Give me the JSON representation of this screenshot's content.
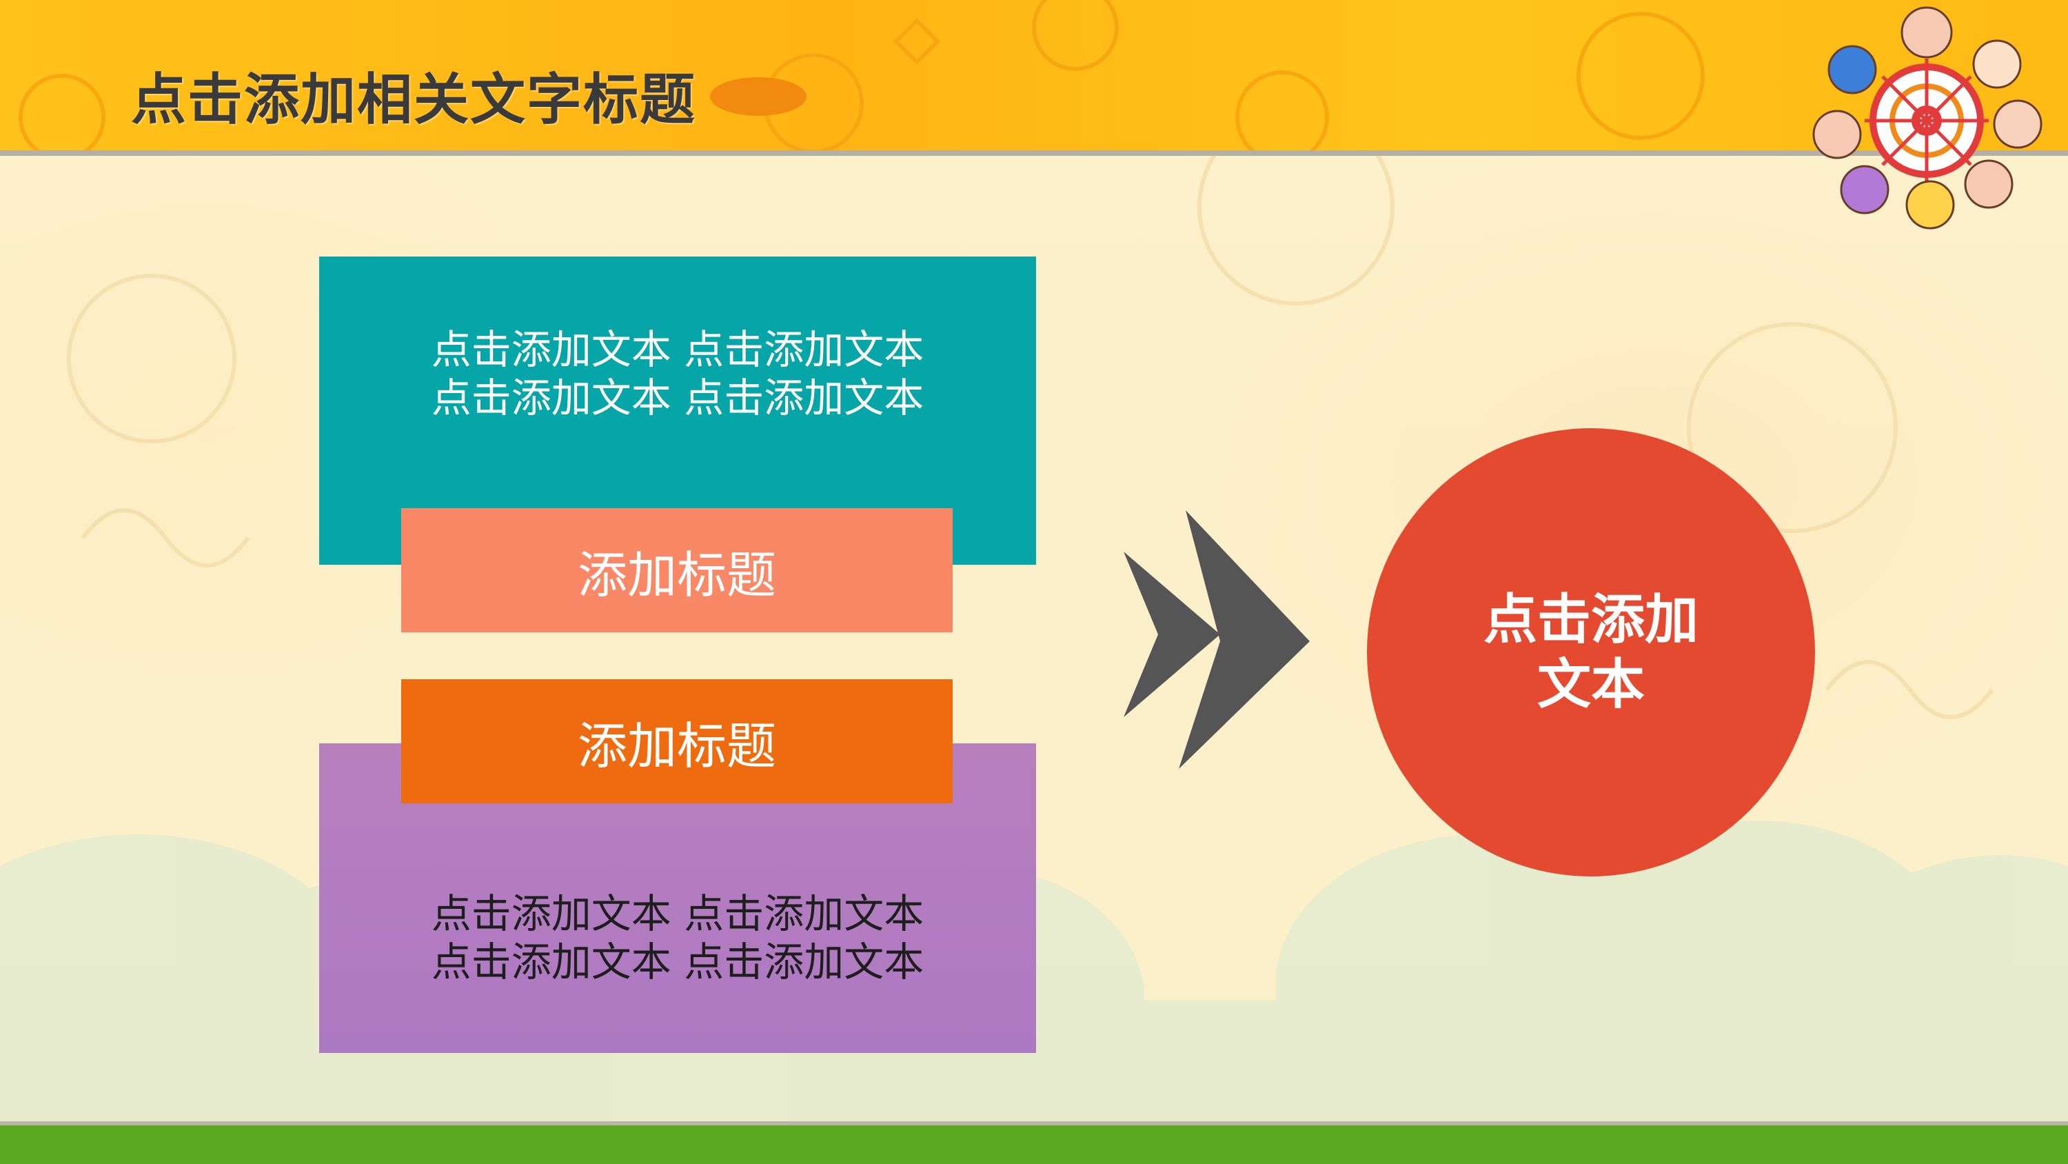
{
  "header": {
    "title": "点击添加相关文字标题"
  },
  "blocks": {
    "top_text_line1": "点击添加文本 点击添加文本",
    "top_text_line2": "点击添加文本 点击添加文本",
    "title_1": "添加标题",
    "title_2": "添加标题",
    "bottom_text_line1": "点击添加文本 点击添加文本",
    "bottom_text_line2": "点击添加文本 点击添加文本"
  },
  "circle": {
    "line1": "点击添加",
    "line2": "文本"
  },
  "colors": {
    "teal": "#06a6a8",
    "salmon": "#f88866",
    "orange": "#ee6c0f",
    "purple": "#b87fbd",
    "red_circle": "#e34a30",
    "chevron": "#555555",
    "header": "#ffc21a",
    "ground": "#5aa820"
  },
  "icons": [
    "double-chevron-right-icon",
    "ferris-wheel-icon"
  ]
}
